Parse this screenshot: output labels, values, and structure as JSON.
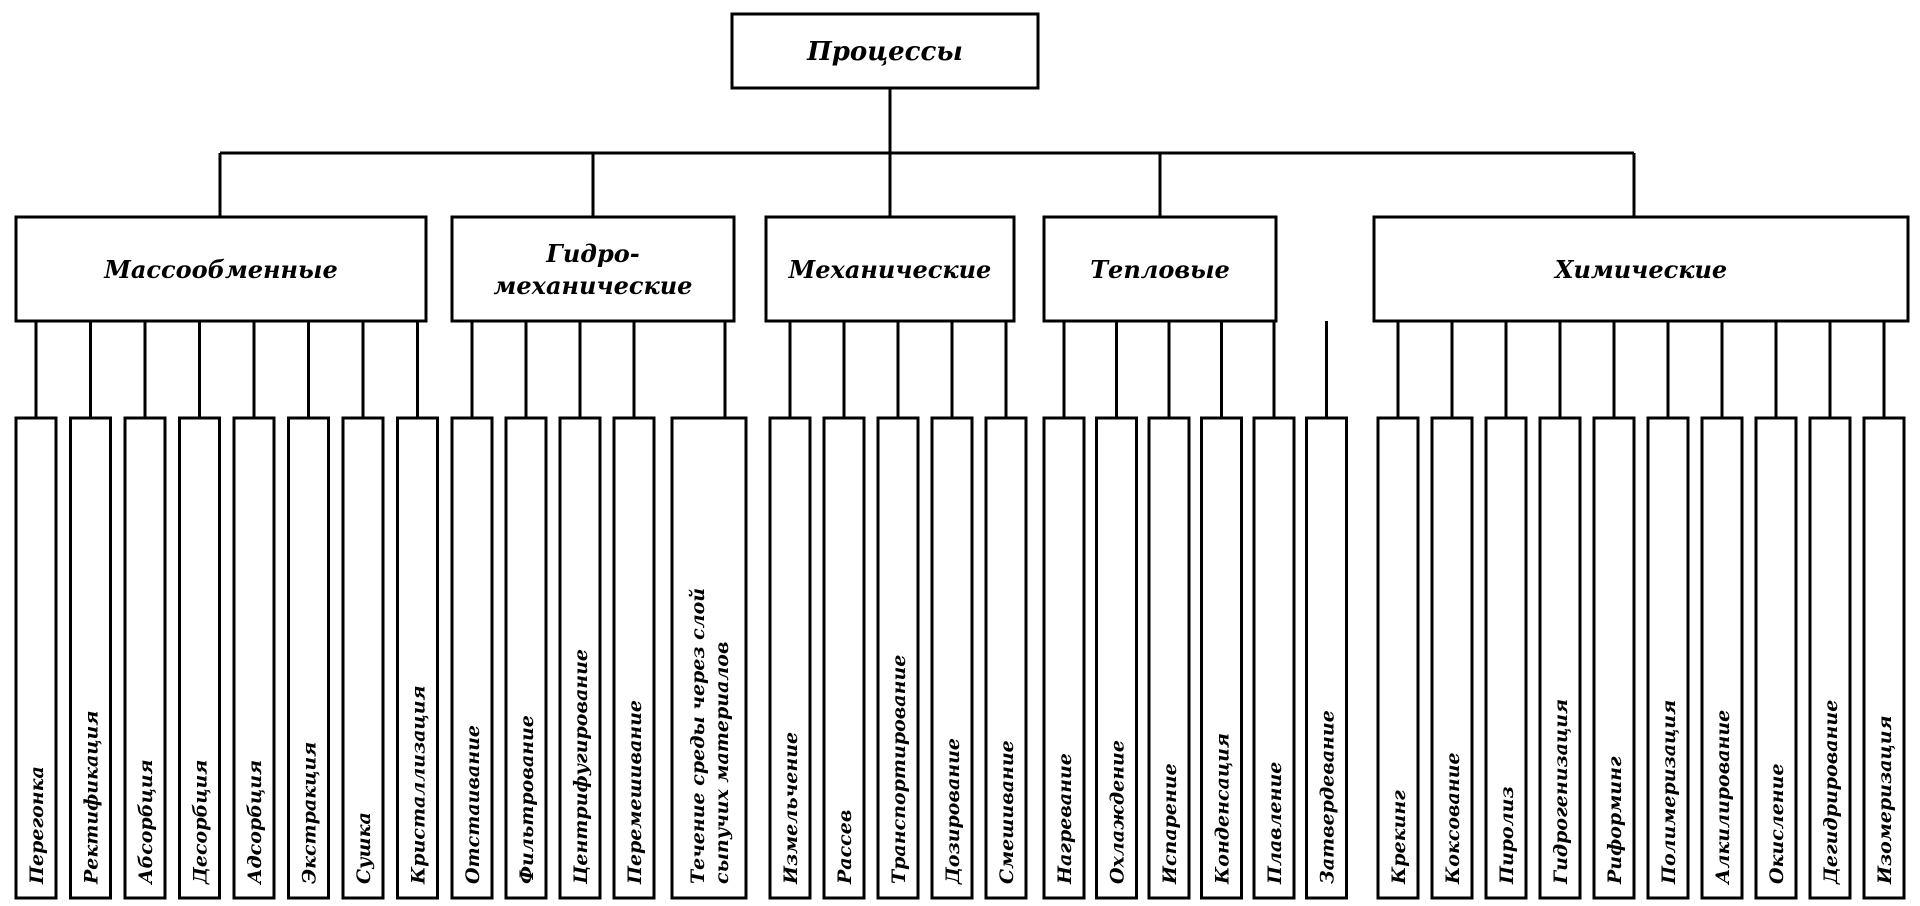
{
  "root": {
    "label": "Процессы"
  },
  "categories": [
    {
      "label_lines": [
        "Массообменные"
      ],
      "leaves": [
        [
          "Перегонка"
        ],
        [
          "Ректификация"
        ],
        [
          "Абсорбция"
        ],
        [
          "Десорбция"
        ],
        [
          "Адсорбция"
        ],
        [
          "Экстракция"
        ],
        [
          "Сушка"
        ],
        [
          "Кристаллизация"
        ]
      ]
    },
    {
      "label_lines": [
        "Гидро-",
        "механические"
      ],
      "leaves": [
        [
          "Отстаивание"
        ],
        [
          "Фильтрование"
        ],
        [
          "Центрифугирование"
        ],
        [
          "Перемешивание"
        ],
        [
          "Течение среды через слой",
          "сыпучих материалов"
        ]
      ]
    },
    {
      "label_lines": [
        "Механические"
      ],
      "leaves": [
        [
          "Измельчение"
        ],
        [
          "Рассев"
        ],
        [
          "Транспортирование"
        ],
        [
          "Дозирование"
        ],
        [
          "Смешивание"
        ]
      ]
    },
    {
      "label_lines": [
        "Тепловые"
      ],
      "leaves": [
        [
          "Нагревание"
        ],
        [
          "Охлаждение"
        ],
        [
          "Испарение"
        ],
        [
          "Конденсация"
        ],
        [
          "Плавление"
        ],
        [
          "Затвердевание"
        ]
      ]
    },
    {
      "label_lines": [
        "Химические"
      ],
      "leaves": [
        [
          "Крекинг"
        ],
        [
          "Коксование"
        ],
        [
          "Пиролиз"
        ],
        [
          "Гидрогенизация"
        ],
        [
          "Риформинг"
        ],
        [
          "Полимеризация"
        ],
        [
          "Алкилирование"
        ],
        [
          "Окисление"
        ],
        [
          "Дегидрирование"
        ],
        [
          "Изомеризация"
        ]
      ]
    }
  ]
}
